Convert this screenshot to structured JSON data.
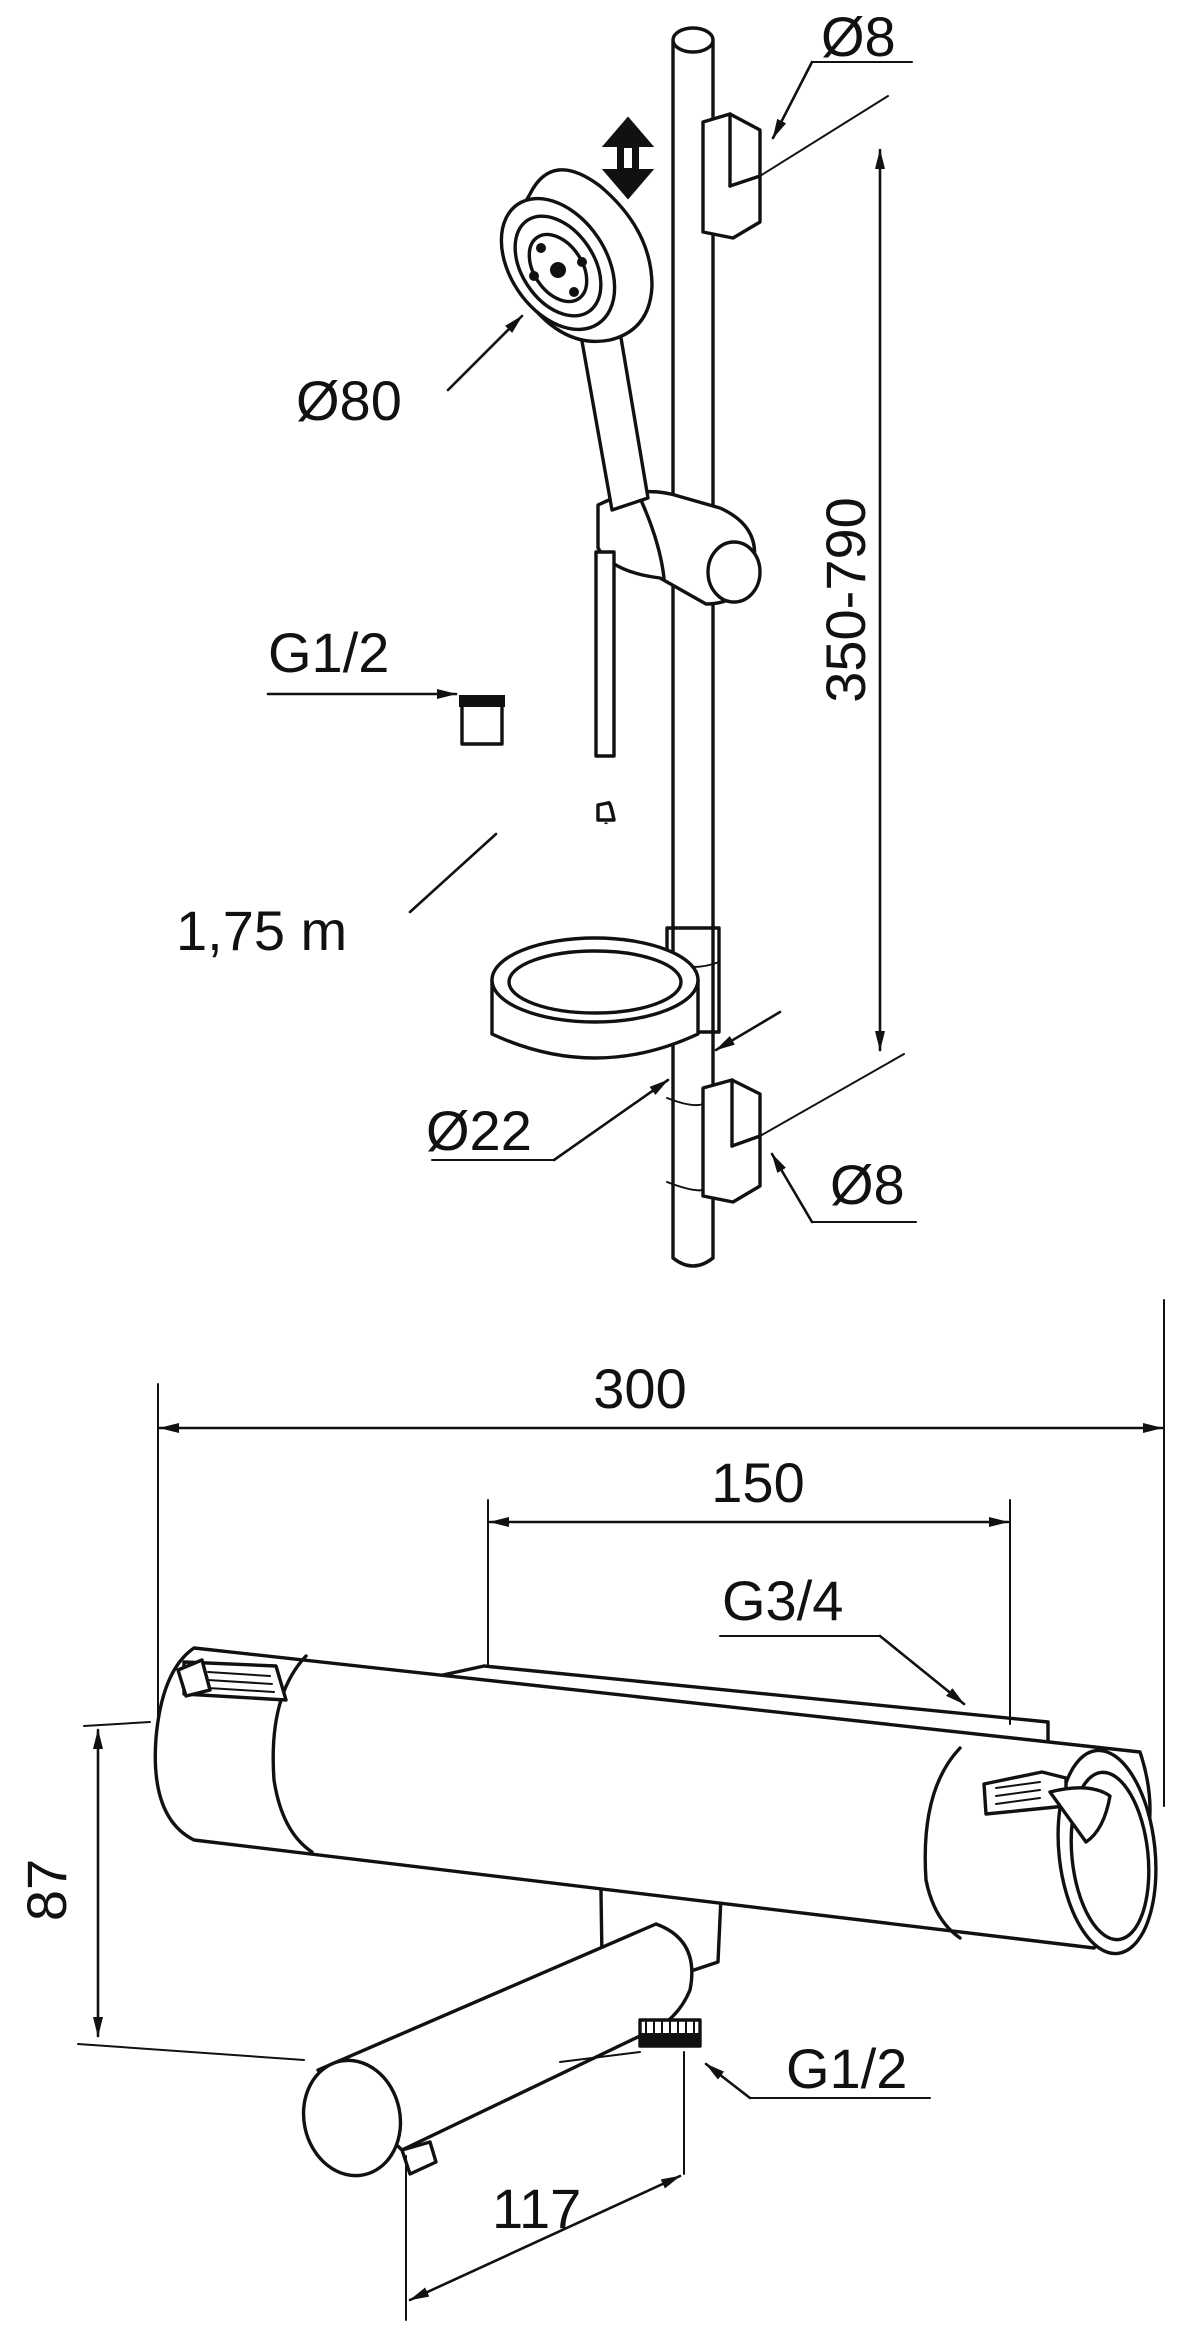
{
  "shower_set": {
    "bracket_top_diameter": "Ø8",
    "handshower_diameter": "Ø80",
    "slide_range": "350-790",
    "hose_connection": "G1/2",
    "hose_length": "1,75 m",
    "rail_diameter": "Ø22",
    "bracket_bottom_diameter": "Ø8"
  },
  "thermostat": {
    "overall_width": "300",
    "center_distance": "150",
    "inlet_thread": "G3/4",
    "height": "87",
    "outlet_thread": "G1/2",
    "spout_length": "117"
  }
}
